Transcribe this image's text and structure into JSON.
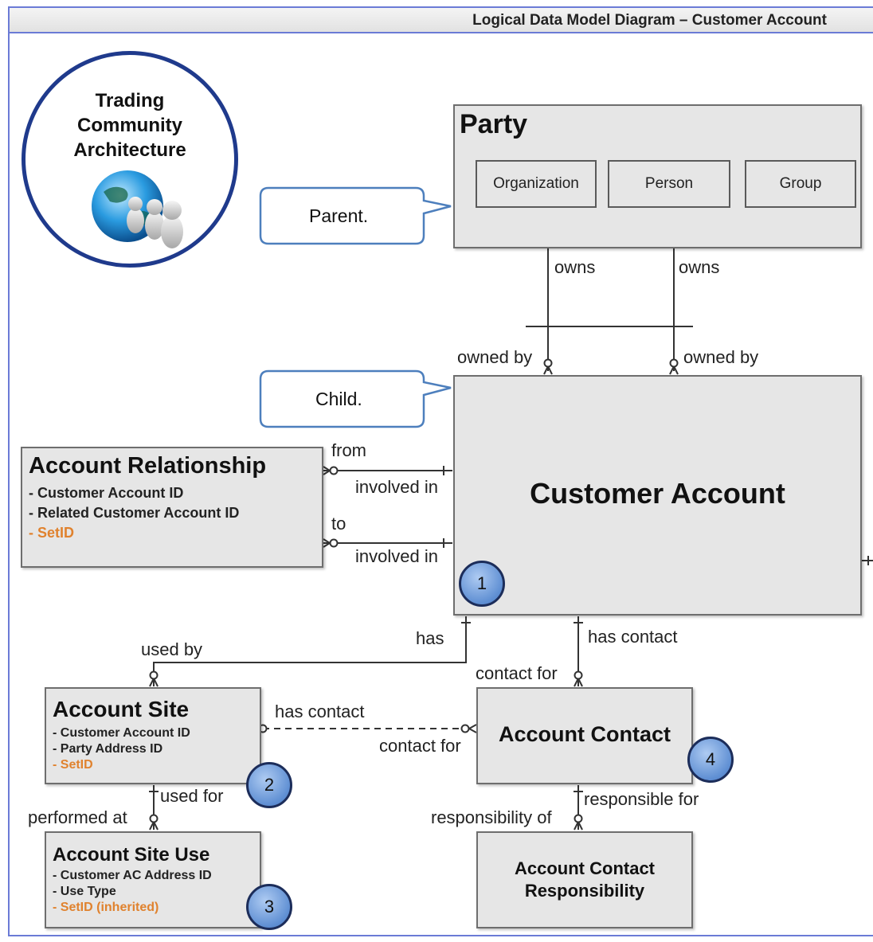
{
  "header": {
    "title": "Logical Data Model Diagram – Customer Account"
  },
  "emblem": {
    "lines": [
      "Trading",
      "Community",
      "Architecture"
    ],
    "icon": "globe-with-people-icon"
  },
  "callouts": {
    "parent": "Parent.",
    "child": "Child."
  },
  "party": {
    "title": "Party",
    "subtypes": [
      "Organization",
      "Person",
      "Group"
    ]
  },
  "customer_account": {
    "title": "Customer Account",
    "badge": "1"
  },
  "account_relationship": {
    "title": "Account Relationship",
    "attributes": [
      "- Customer Account ID",
      "- Related Customer Account ID"
    ],
    "highlighted_attribute": "- SetID"
  },
  "account_site": {
    "title": "Account Site",
    "attributes": [
      "- Customer Account ID",
      "- Party Address ID"
    ],
    "highlighted_attribute": "- SetID",
    "badge": "2"
  },
  "account_site_use": {
    "title": "Account Site Use",
    "attributes": [
      "- Customer AC Address ID",
      "- Use Type"
    ],
    "highlighted_attribute": "- SetID (inherited)",
    "badge": "3"
  },
  "account_contact": {
    "title": "Account Contact",
    "badge": "4"
  },
  "account_contact_responsibility": {
    "title_lines": [
      "Account Contact",
      "Responsibility"
    ]
  },
  "relationship_labels": {
    "owns_org": "owns",
    "owns_person": "owns",
    "owned_by_org": "owned by",
    "owned_by_person": "owned by",
    "from": "from",
    "involved_in_from": "involved in",
    "to": "to",
    "involved_in_to": "involved in",
    "has": "has",
    "used_by": "used by",
    "has_contact_account": "has contact",
    "contact_for_account": "contact for",
    "has_contact_site": "has contact",
    "contact_for_site": "contact for",
    "used_for": "used for",
    "performed_at": "performed at",
    "responsible_for": "responsible for",
    "responsibility_of": "responsibility of"
  },
  "colors": {
    "frame": "#6b7bd6",
    "entity_fill": "#e6e6e6",
    "highlight": "#e0822e",
    "badge": "#5f8fd3",
    "emblem_ring": "#1f3a8c"
  }
}
